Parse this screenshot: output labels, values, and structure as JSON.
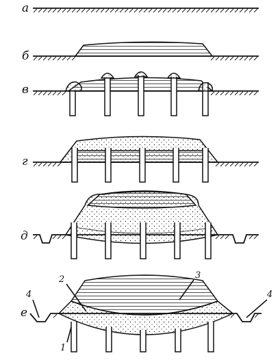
{
  "figure": {
    "stages": [
      {
        "id": "a",
        "label": "а"
      },
      {
        "id": "b",
        "label": "б"
      },
      {
        "id": "v",
        "label": "в"
      },
      {
        "id": "g",
        "label": "г"
      },
      {
        "id": "d",
        "label": "д"
      },
      {
        "id": "e",
        "label": "е"
      }
    ],
    "callouts": [
      "1",
      "2",
      "3",
      "4",
      "4"
    ]
  }
}
